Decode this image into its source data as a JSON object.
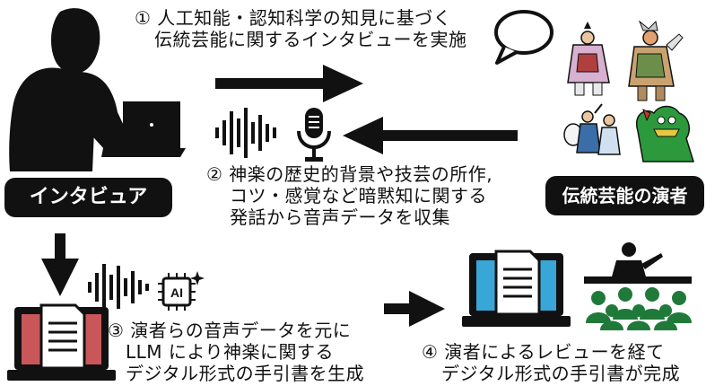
{
  "steps": {
    "s1": {
      "line1": "① 人工知能・認知科学の知見に基づく",
      "line2": "伝統芸能に関するインタビューを実施"
    },
    "s2": {
      "line1": "② 神楽の歴史的背景や技芸の所作,",
      "line2": "コツ・感覚など暗黙知に関する",
      "line3": "発話から音声データを収集"
    },
    "s3": {
      "line1": "③ 演者らの音声データを元に",
      "line2": "LLM により神楽に関する",
      "line3": "デジタル形式の手引書を生成"
    },
    "s4": {
      "line1": "④ 演者によるレビューを経て",
      "line2": "デジタル形式の手引書が完成"
    }
  },
  "labels": {
    "interviewer": "インタビュア",
    "performers": "伝統芸能の演者",
    "ai_chip": "AI"
  },
  "colors": {
    "black": "#111111",
    "red_screen": "#c9575a",
    "blue_screen": "#38a6d6",
    "green_audience": "#1f7a3a"
  }
}
